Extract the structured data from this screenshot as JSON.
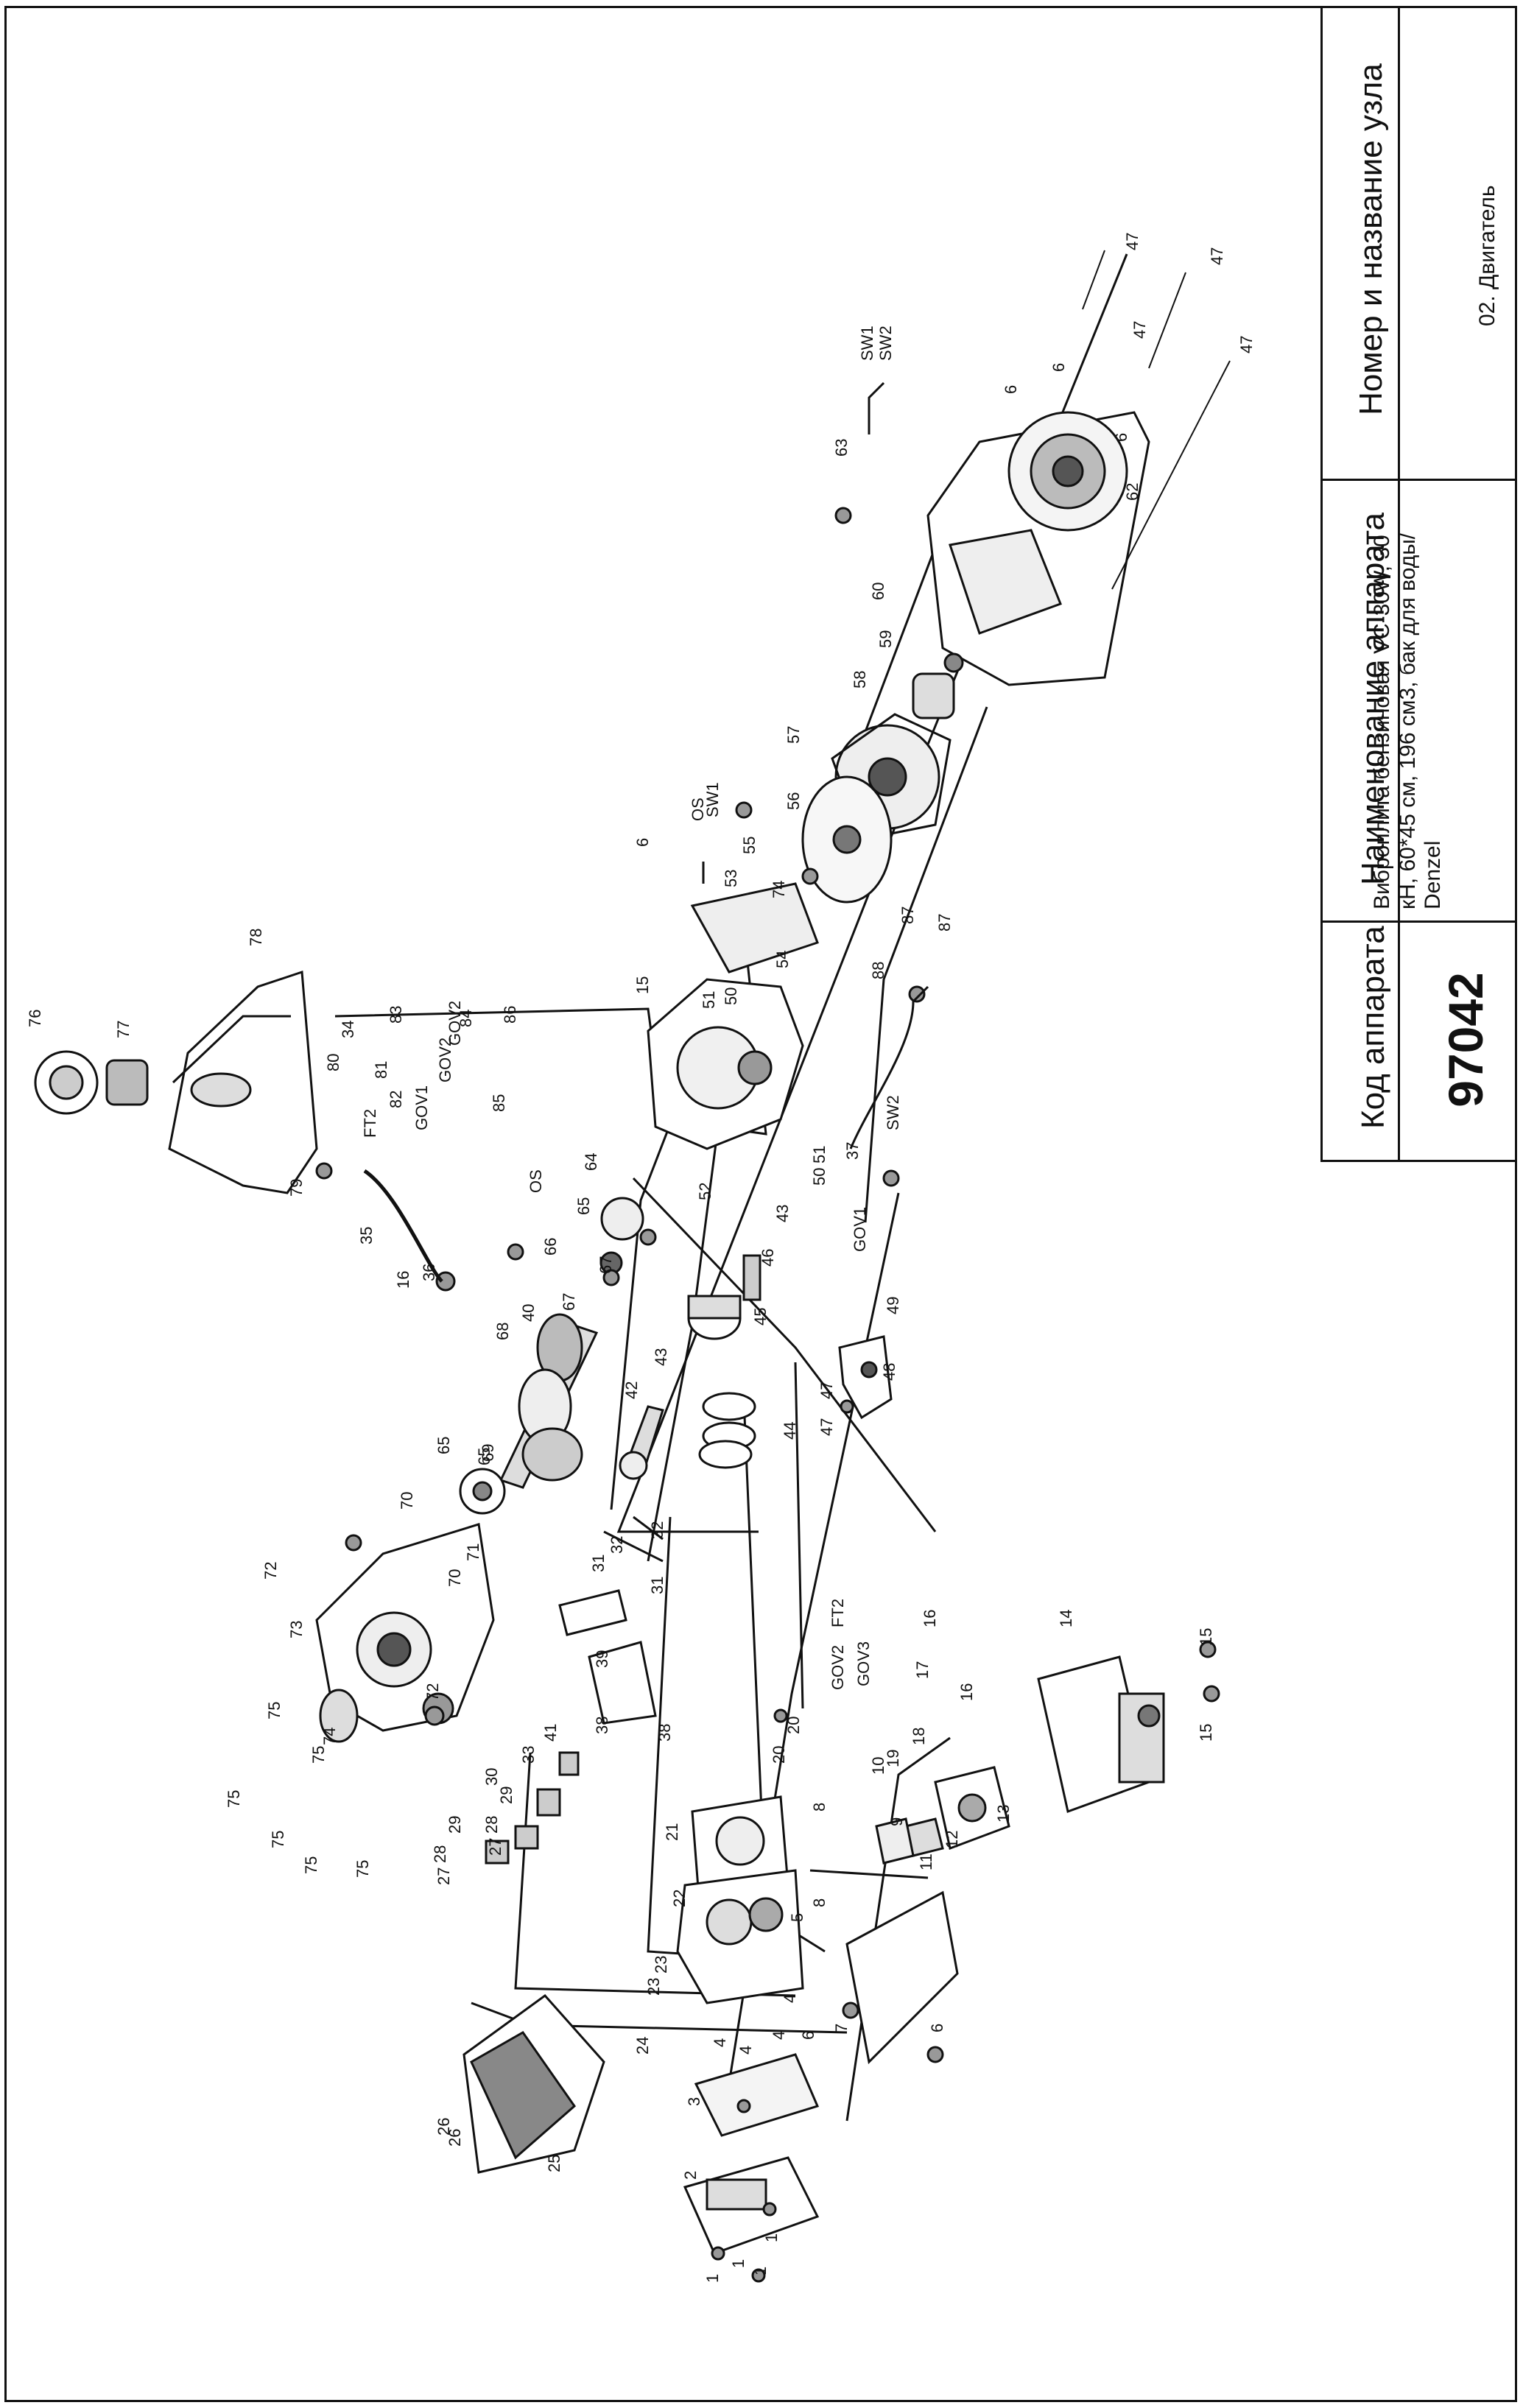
{
  "title_block": {
    "code_header": "Код аппарата",
    "code_value": "97042",
    "name_header": "Наименование аппарата",
    "name_value_lines": [
      "Виброплита бензиновая VC-30W, 30",
      "кН, 60*45 см, 196 см3, бак для воды/",
      "Denzel"
    ],
    "unit_header": "Номер и название узла",
    "unit_value": "02. Двигатель"
  },
  "part_labels": [
    "1",
    "1",
    "1",
    "1",
    "2",
    "3",
    "4",
    "4",
    "4",
    "4",
    "5",
    "6",
    "6",
    "6",
    "6",
    "6",
    "6",
    "7",
    "8",
    "8",
    "9",
    "10",
    "11",
    "12",
    "13",
    "14",
    "15",
    "15",
    "15",
    "16",
    "16",
    "16",
    "17",
    "18",
    "19",
    "20",
    "20",
    "21",
    "22",
    "23",
    "23",
    "24",
    "25",
    "26",
    "26",
    "27",
    "27",
    "28",
    "28",
    "29",
    "29",
    "30",
    "31",
    "31",
    "32",
    "32",
    "33",
    "34",
    "35",
    "36",
    "37",
    "38",
    "38",
    "39",
    "40",
    "41",
    "42",
    "43",
    "43",
    "44",
    "45",
    "46",
    "47",
    "47",
    "47",
    "47",
    "47",
    "47",
    "48",
    "49",
    "50",
    "50",
    "51",
    "51",
    "52",
    "53",
    "54",
    "55",
    "56",
    "57",
    "58",
    "59",
    "60",
    "62",
    "63",
    "64",
    "65",
    "65",
    "65",
    "66",
    "67",
    "67",
    "68",
    "69",
    "70",
    "70",
    "71",
    "72",
    "72",
    "73",
    "74",
    "74",
    "75",
    "75",
    "75",
    "75",
    "75",
    "75",
    "76",
    "77",
    "78",
    "79",
    "80",
    "81",
    "82",
    "83",
    "84",
    "85",
    "86",
    "87",
    "87",
    "88",
    "FT2",
    "FT2",
    "GOV1",
    "GOV1",
    "GOV2",
    "GOV2",
    "GOV2",
    "GOV3",
    "OS",
    "OS",
    "SW1",
    "SW1",
    "SW2",
    "SW2"
  ]
}
